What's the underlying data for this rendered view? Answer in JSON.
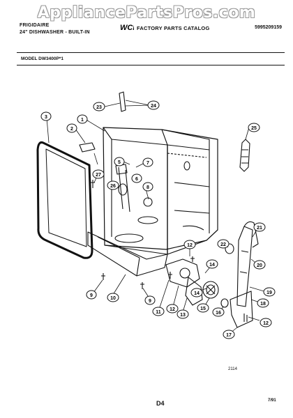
{
  "watermark": "AppliancePartsPros.com",
  "header": {
    "brand": "FRIGIDAIRE",
    "subtitle": "24\" DISHWASHER - BUILT-IN",
    "logo_text": "WCI",
    "catalog_title": "FACTORY PARTS CATALOG",
    "part_number": "5995209159"
  },
  "model_line": "MODEL DW3400P*1",
  "figure_ref": "2114",
  "page_label": "D4",
  "date": "7/91",
  "callouts": [
    {
      "id": "c1",
      "text": "1"
    },
    {
      "id": "c2",
      "text": "2"
    },
    {
      "id": "c3",
      "text": "3"
    },
    {
      "id": "c5",
      "text": "5"
    },
    {
      "id": "c6",
      "text": "6"
    },
    {
      "id": "c7",
      "text": "7"
    },
    {
      "id": "c8",
      "text": "8"
    },
    {
      "id": "c9a",
      "text": "9"
    },
    {
      "id": "c9b",
      "text": "9"
    },
    {
      "id": "c10",
      "text": "10"
    },
    {
      "id": "c11",
      "text": "11"
    },
    {
      "id": "c12a",
      "text": "12"
    },
    {
      "id": "c12b",
      "text": "12"
    },
    {
      "id": "c12c",
      "text": "12"
    },
    {
      "id": "c13",
      "text": "13"
    },
    {
      "id": "c14a",
      "text": "14"
    },
    {
      "id": "c14b",
      "text": "14"
    },
    {
      "id": "c15",
      "text": "15"
    },
    {
      "id": "c16",
      "text": "16"
    },
    {
      "id": "c17",
      "text": "17"
    },
    {
      "id": "c18",
      "text": "18"
    },
    {
      "id": "c19",
      "text": "19"
    },
    {
      "id": "c20",
      "text": "20"
    },
    {
      "id": "c21",
      "text": "21"
    },
    {
      "id": "c22",
      "text": "22"
    },
    {
      "id": "c23",
      "text": "23"
    },
    {
      "id": "c24",
      "text": "24"
    },
    {
      "id": "c25",
      "text": "25"
    },
    {
      "id": "c26",
      "text": "26"
    },
    {
      "id": "c27",
      "text": "27"
    }
  ]
}
